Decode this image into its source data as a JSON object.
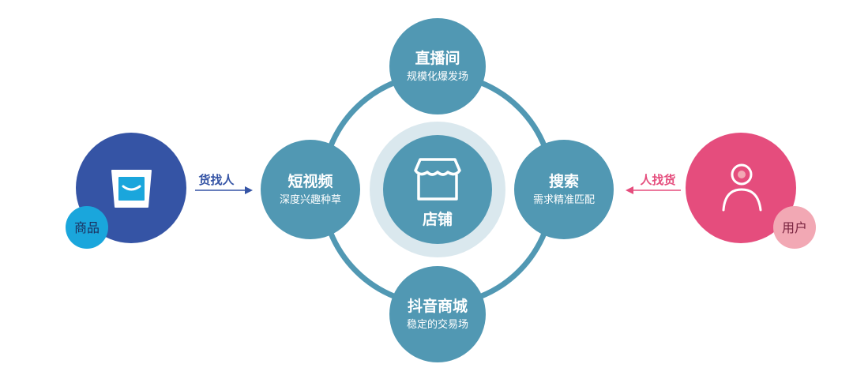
{
  "center": {
    "label": "店铺"
  },
  "nodes": {
    "top": {
      "title": "直播间",
      "subtitle": "规模化爆发场"
    },
    "left": {
      "title": "短视频",
      "subtitle": "深度兴趣种草"
    },
    "right": {
      "title": "搜索",
      "subtitle": "需求精准匹配"
    },
    "bottom": {
      "title": "抖音商城",
      "subtitle": "稳定的交易场"
    }
  },
  "goods": {
    "badge": "商品",
    "arrow_label": "货找人"
  },
  "user": {
    "badge": "用户",
    "arrow_label": "人找货"
  },
  "colors": {
    "node": "#5198b3",
    "ring": "#5198b3",
    "center_halo": "#dae8ee",
    "goods_circle": "#3554a5",
    "goods_badge": "#1aa6dc",
    "goods_arrow": "#3554a5",
    "user_circle": "#e54d7d",
    "user_badge": "#f2a8b4",
    "user_arrow": "#e54d7d"
  },
  "icons": {
    "center": "storefront-icon",
    "goods": "shopping-bag-icon",
    "user": "person-icon"
  }
}
